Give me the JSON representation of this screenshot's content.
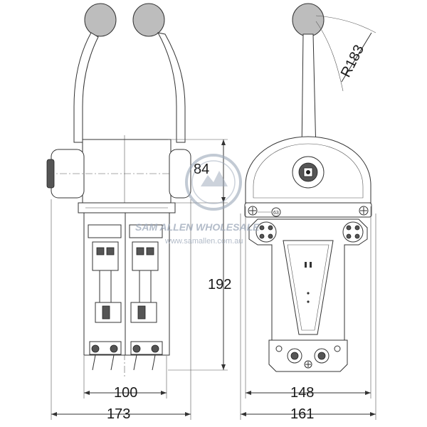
{
  "dimensions": {
    "radius": "R183",
    "depth_top": "84",
    "height": "192",
    "front_inner_width": "100",
    "front_outer_width": "173",
    "side_inner_width": "148",
    "side_outer_width": "161",
    "part_ref": "63"
  },
  "watermark": {
    "brand": "SAM ALLEN WHOLESALE",
    "url": "www.samallen.com.au"
  },
  "colors": {
    "line": "#333333",
    "knob": "#bdbdbd",
    "watermark": "#9aa6b8"
  }
}
